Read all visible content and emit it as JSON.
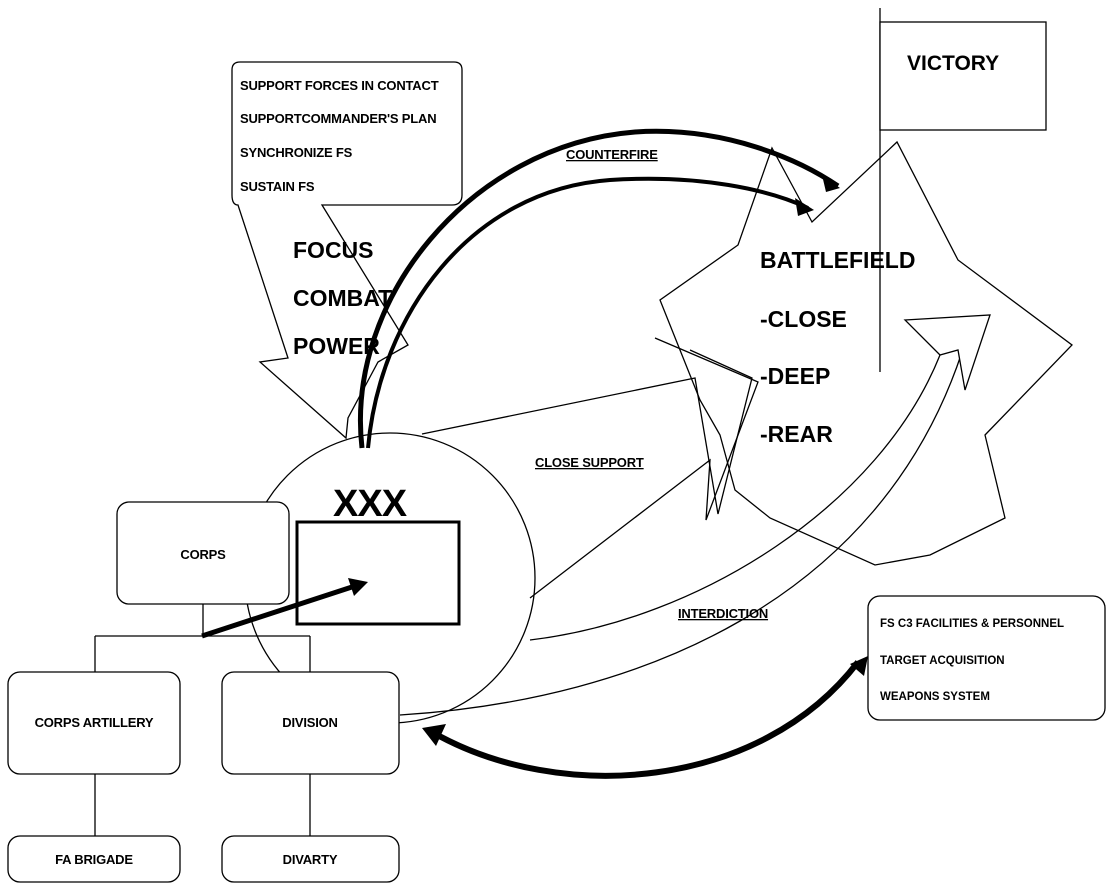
{
  "callout": {
    "items": [
      "SUPPORT FORCES IN CONTACT",
      "SUPPORTCOMMANDER'S PLAN",
      "SYNCHRONIZE FS",
      "SUSTAIN FS"
    ],
    "focus_lines": [
      "FOCUS",
      "COMBAT",
      "POWER"
    ]
  },
  "flag": {
    "label": "VICTORY"
  },
  "battlefield": {
    "lines": [
      "BATTLEFIELD",
      "-CLOSE",
      "-DEEP",
      "-REAR"
    ]
  },
  "arrows": {
    "counterfire": "COUNTERFIRE",
    "close_support": "CLOSE SUPPORT",
    "interdiction": "INTERDICTION"
  },
  "corps_symbol": {
    "echelon": "XXX"
  },
  "org": {
    "corps": "CORPS",
    "corps_artillery": "CORPS ARTILLERY",
    "division": "DIVISION",
    "fa_brigade": "FA BRIGADE",
    "divarty": "DIVARTY"
  },
  "fs_box": {
    "items": [
      "FS C3 FACILITIES & PERSONNEL",
      "TARGET ACQUISITION",
      "WEAPONS SYSTEM"
    ]
  }
}
